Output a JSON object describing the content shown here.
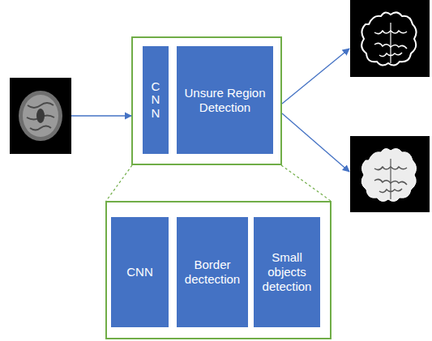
{
  "diagram": {
    "nodes": [
      {
        "text": [
          "C N N"
        ]
      },
      {
        "text": [
          "Unsure Region Detection"
        ]
      },
      {
        "text": [
          "CNN"
        ]
      },
      {
        "text": [
          "Border dectection"
        ]
      },
      {
        "text": [
          "Small objects detection"
        ]
      }
    ]
  }
}
